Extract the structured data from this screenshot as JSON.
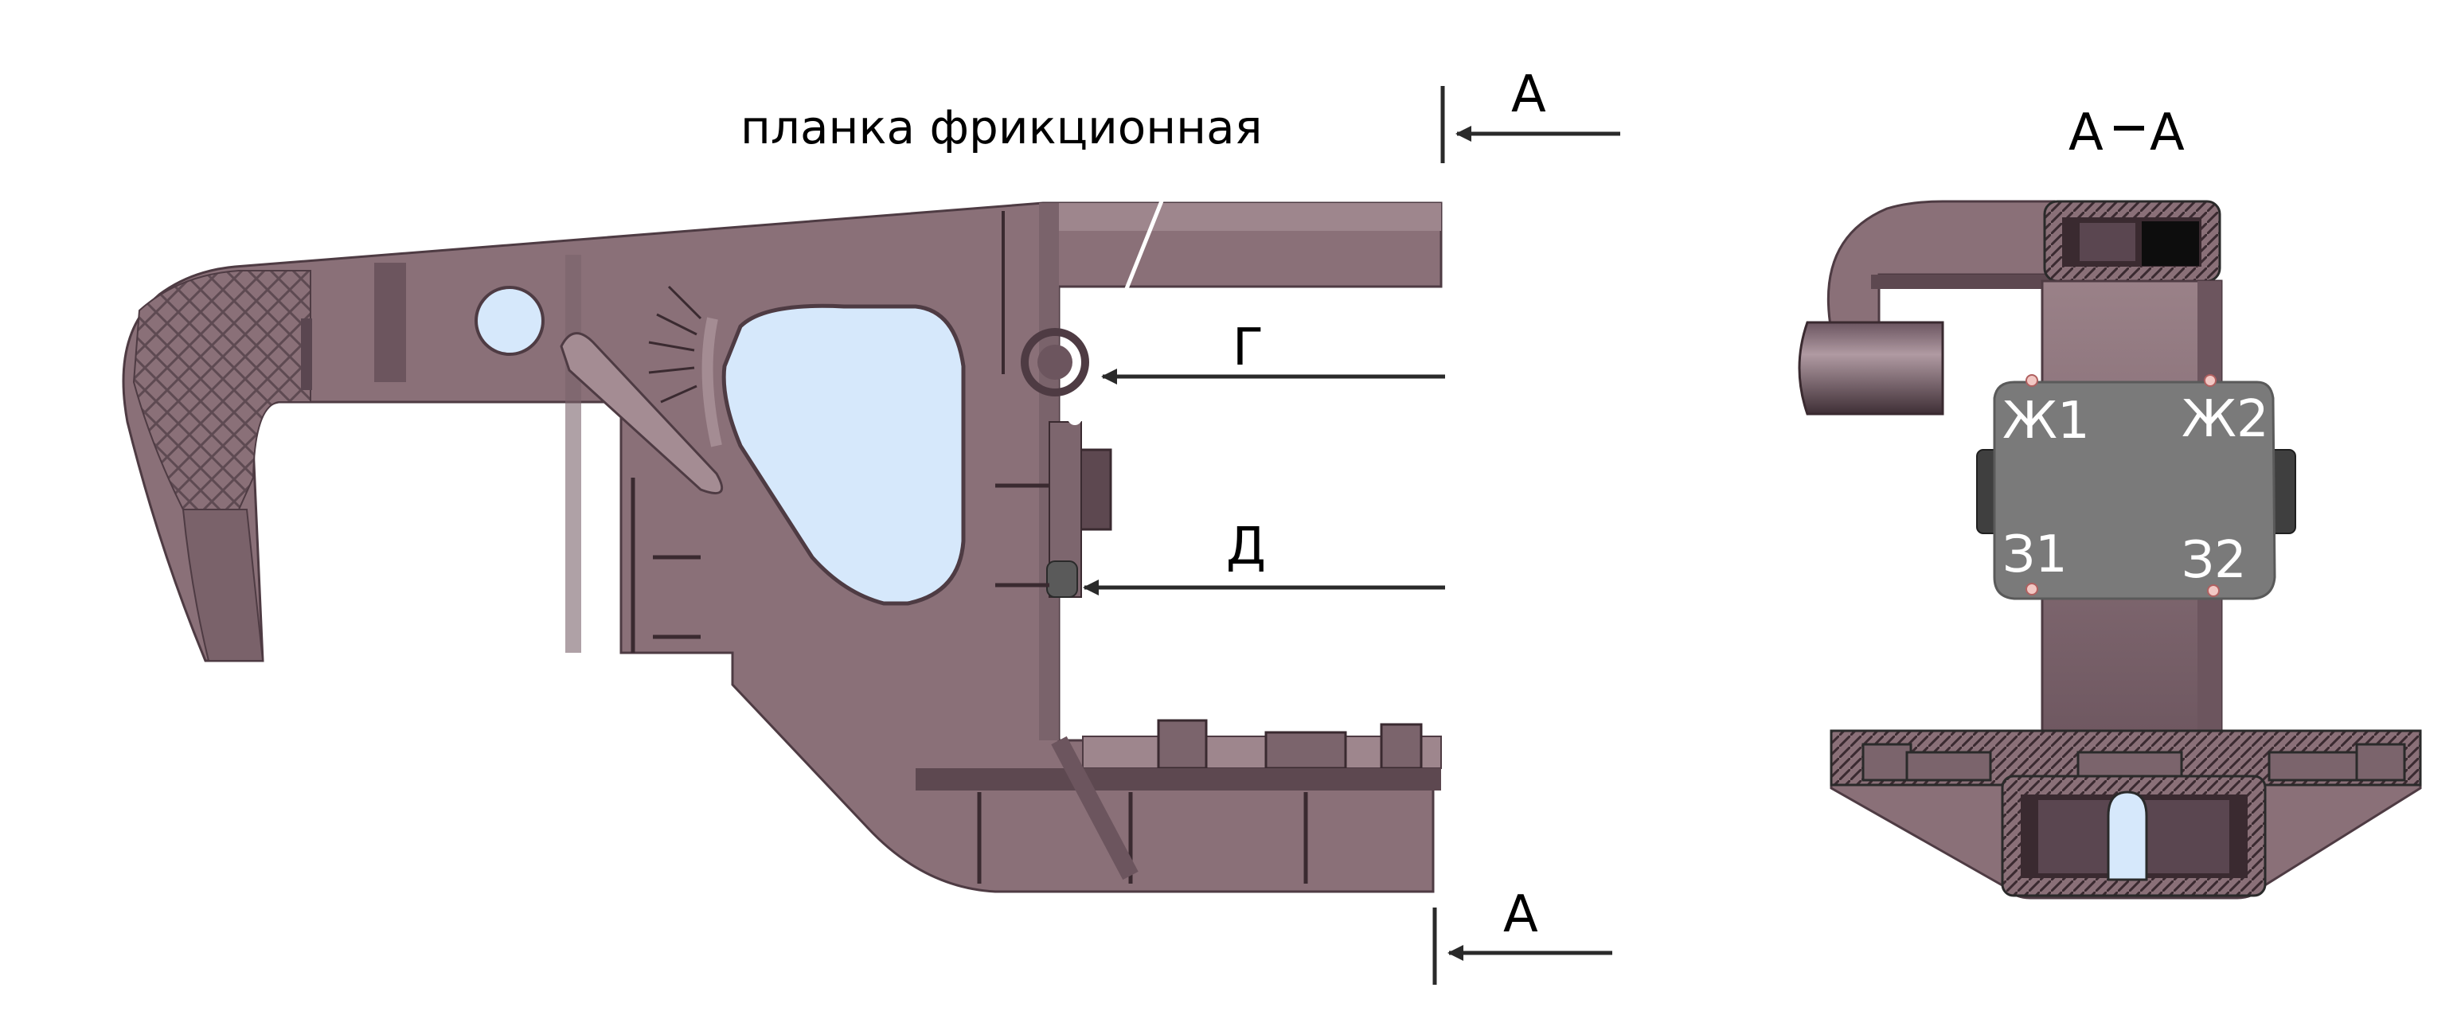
{
  "labels": {
    "callout": "планка фрикционная",
    "section_top": "А",
    "section_bottom": "А",
    "section_title_left": "А",
    "section_title_right": "А",
    "point_g": "Г",
    "point_d": "Д"
  },
  "points": {
    "zh1": "Ж1",
    "zh2": "Ж2",
    "z1": "З1",
    "z2": "З2"
  },
  "colors": {
    "body": "#8a7078",
    "body_dark": "#4e3b43",
    "body_light": "#a48c93",
    "window": "#d6e8fb",
    "plate": "#7a7a7a",
    "arrow": "#2a2a2a",
    "point": "#f2c8c4"
  }
}
